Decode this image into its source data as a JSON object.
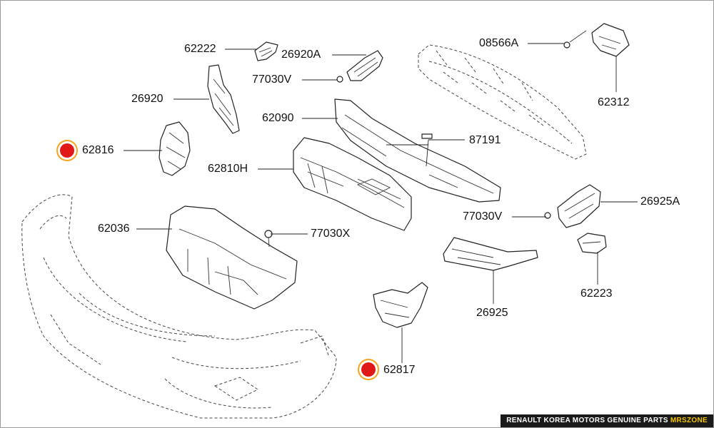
{
  "parts": [
    {
      "id": "62222",
      "highlight": false
    },
    {
      "id": "26920A",
      "highlight": false
    },
    {
      "id": "77030V",
      "highlight": false
    },
    {
      "id": "26920",
      "highlight": false
    },
    {
      "id": "62090",
      "highlight": false
    },
    {
      "id": "62816",
      "highlight": true
    },
    {
      "id": "62810H",
      "highlight": false
    },
    {
      "id": "87191",
      "highlight": false
    },
    {
      "id": "08566A",
      "highlight": false
    },
    {
      "id": "62312",
      "highlight": false
    },
    {
      "id": "26925A",
      "highlight": false
    },
    {
      "id": "77030V",
      "highlight": false
    },
    {
      "id": "62036",
      "highlight": false
    },
    {
      "id": "77030X",
      "highlight": false
    },
    {
      "id": "62223",
      "highlight": false
    },
    {
      "id": "26925",
      "highlight": false
    },
    {
      "id": "62817",
      "highlight": true
    }
  ],
  "footer": {
    "text": "RENAULT KOREA MOTORS GENUINE PARTS",
    "brand": "MRSZONE"
  },
  "colors": {
    "highlight_dot": "#e01818",
    "highlight_ring": "#f7a21c",
    "brand": "#f5c400"
  }
}
